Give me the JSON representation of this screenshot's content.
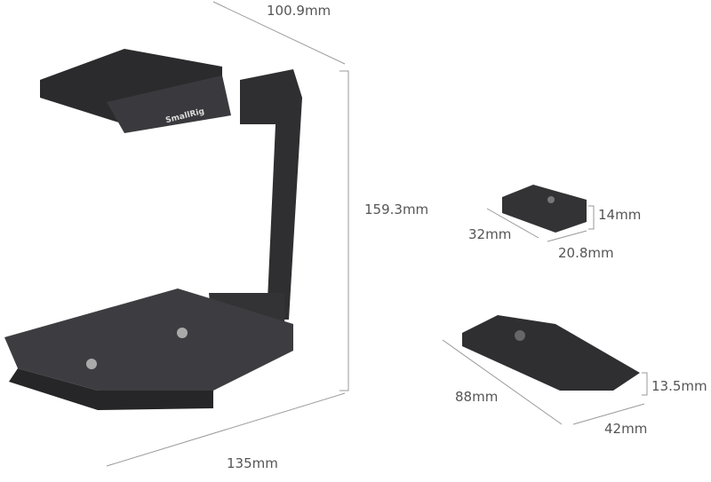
{
  "dimensions": {
    "cage_width": "100.9mm",
    "cage_height": "159.3mm",
    "cage_depth": "135mm",
    "small_plate_height": "14mm",
    "small_plate_length": "32mm",
    "small_plate_width": "20.8mm",
    "grip_plate_length": "88mm",
    "grip_plate_height": "13.5mm",
    "grip_plate_width": "42mm"
  },
  "brand": "SmallRig",
  "colors": {
    "metal": "#2b2b2d",
    "metal_light": "#4a4a4e",
    "dimension_line": "#9a9a9a",
    "text": "#555555"
  }
}
